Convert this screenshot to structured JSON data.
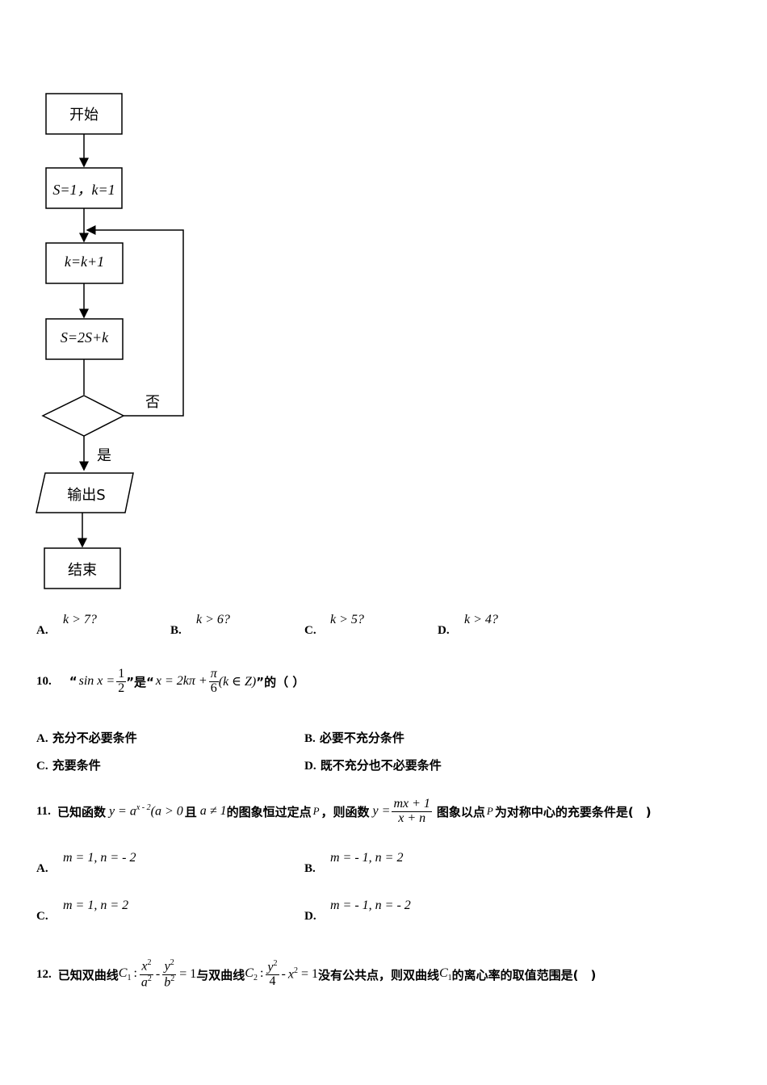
{
  "flowchart": {
    "start": "开始",
    "init": "S=1，k=1",
    "step1": "k=k+1",
    "step2": "S=2S+k",
    "no": "否",
    "yes": "是",
    "output": "输出S",
    "end": "结束"
  },
  "q9": {
    "options": [
      {
        "label": "A.",
        "text": "k > 7?"
      },
      {
        "label": "B.",
        "text": "k > 6?"
      },
      {
        "label": "C.",
        "text": "k > 5?"
      },
      {
        "label": "D.",
        "text": "k > 4?"
      }
    ]
  },
  "q10": {
    "number": "10.",
    "open_quote": "“",
    "part1_lhs": "sin x =",
    "frac_num": "1",
    "frac_den": "2",
    "mid": "”是“",
    "part2_lhs": "x = 2kπ +",
    "pi_num": "π",
    "pi_den": "6",
    "part2_rhs": "(k ∈ Z)",
    "tail": "”的（ ）",
    "options": [
      {
        "label": "A.",
        "text": "充分不必要条件"
      },
      {
        "label": "B.",
        "text": "必要不充分条件"
      },
      {
        "label": "C.",
        "text": "充要条件"
      },
      {
        "label": "D.",
        "text": "既不充分也不必要条件"
      }
    ]
  },
  "q11": {
    "number": "11.",
    "t1": "已知函数",
    "f1": "y = a",
    "f1_exp": "x - 2",
    "f1_cond": "(a > 0",
    "t2": "且",
    "cond2": "a ≠ 1",
    "t3": "的图象恒过定点",
    "p1": "P",
    "t4": "，则函数",
    "f2_lhs": "y =",
    "f2_num": "mx + 1",
    "f2_den": "x + n",
    "t5": "图象以点",
    "p2": "P",
    "t6": "为对称中心的充要条件是(　)",
    "options": [
      {
        "label": "A.",
        "text": "m = 1, n = - 2"
      },
      {
        "label": "B.",
        "text": "m = - 1, n = 2"
      },
      {
        "label": "C.",
        "text": "m = 1, n = 2"
      },
      {
        "label": "D.",
        "text": "m = - 1, n = - 2"
      }
    ]
  },
  "q12": {
    "number": "12.",
    "t1": "已知双曲线",
    "c1": "C",
    "c1_sub": "1",
    "c1_colon": ":",
    "x2": "x",
    "a2": "a",
    "minus": "-",
    "y2": "y",
    "b2": "b",
    "eq1": "= 1",
    "t2": "与双曲线",
    "c2": "C",
    "c2_sub": "2",
    "c2_colon": ":",
    "y2b": "y",
    "four": "4",
    "minus2": "-",
    "x2b": "x",
    "eq2": "= 1",
    "t3": "没有公共点，则双曲线",
    "c3": "C",
    "c3_sub": "1",
    "t4": "的离心率的取值范围是(　)",
    "sq": "2"
  }
}
